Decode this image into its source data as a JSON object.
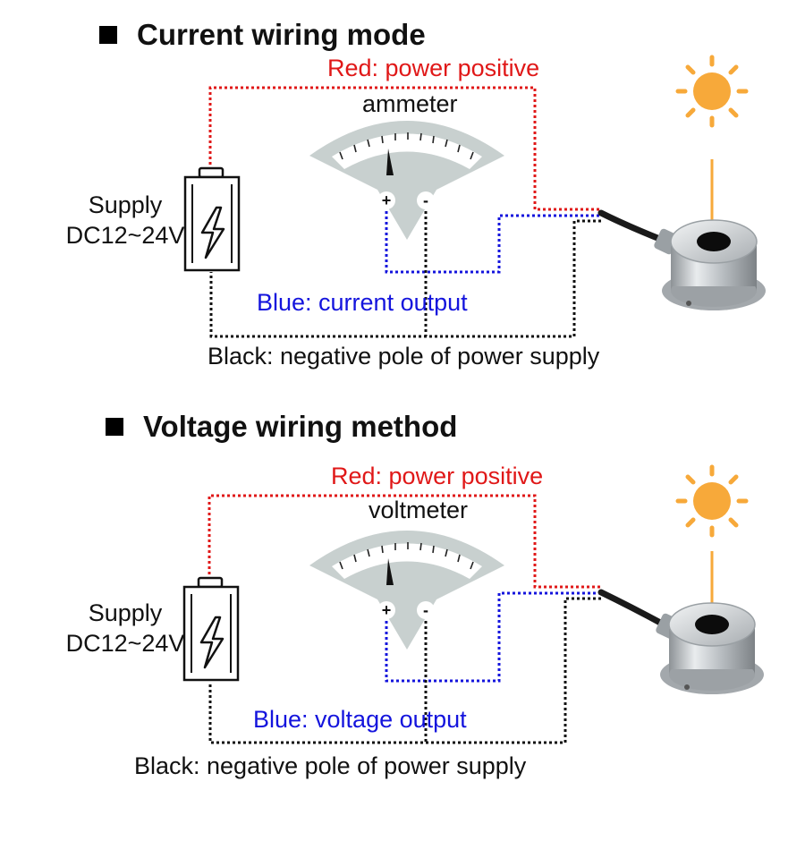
{
  "sections": [
    {
      "heading": "Current wiring mode",
      "red_label": "Red: power positive",
      "meter_label": "ammeter",
      "supply_line1": "Supply",
      "supply_line2": "DC12~24V",
      "blue_label": "Blue: current output",
      "black_label": "Black: negative pole of power supply",
      "terminal_plus": "+",
      "terminal_minus": "-"
    },
    {
      "heading": "Voltage wiring method",
      "red_label": "Red: power positive",
      "meter_label": "voltmeter",
      "supply_line1": "Supply",
      "supply_line2": "DC12~24V",
      "blue_label": "Blue: voltage output",
      "black_label": "Black: negative pole of power supply",
      "terminal_plus": "+",
      "terminal_minus": "-"
    }
  ],
  "colors": {
    "red_wire": "#e01818",
    "blue_wire": "#1414dd",
    "black_wire": "#111111",
    "sun": "#f7a93a",
    "meter_gray": "#c8d0cf"
  },
  "icons": [
    "sun-icon",
    "battery-icon",
    "lightning-icon",
    "meter-icon",
    "sensor-icon"
  ]
}
